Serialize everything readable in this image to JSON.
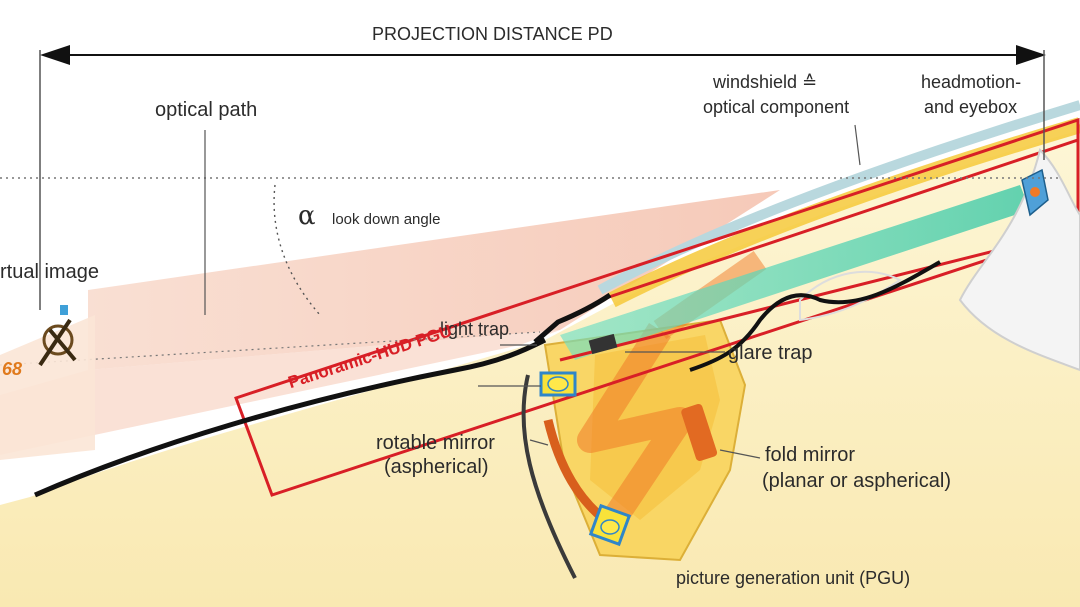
{
  "labels": {
    "projection_distance": "PROJECTION DISTANCE   PD",
    "optical_path": "optical path",
    "windshield_line1": "windshield  ≙",
    "windshield_line2": "optical component",
    "headmotion_line1": "headmotion-",
    "headmotion_line2": "and eyebox",
    "alpha_symbol": "α",
    "look_down_angle": "look down angle",
    "virtual_image": "rtual  image",
    "light_trap": "light trap",
    "glare_trap": "glare trap",
    "panoramic_hud_pgu": "Panoramic-HUD PGU",
    "rotable_mirror_line1": "rotable mirror",
    "rotable_mirror_line2": "(aspherical)",
    "fold_mirror_line1": "fold mirror",
    "fold_mirror_line2": "(planar or aspherical)",
    "pgu": "picture generation unit (PGU)"
  },
  "colors": {
    "red_outline": "#d81f26",
    "dashboard_fill": "#fbf0c4",
    "optical_path_fill": "#f6c9b5",
    "beam_green": "#4fd1b1",
    "beam_orange": "#f07a28",
    "housing_fill": "#f9d45c",
    "windshield_blue": "#bfe0e6"
  }
}
